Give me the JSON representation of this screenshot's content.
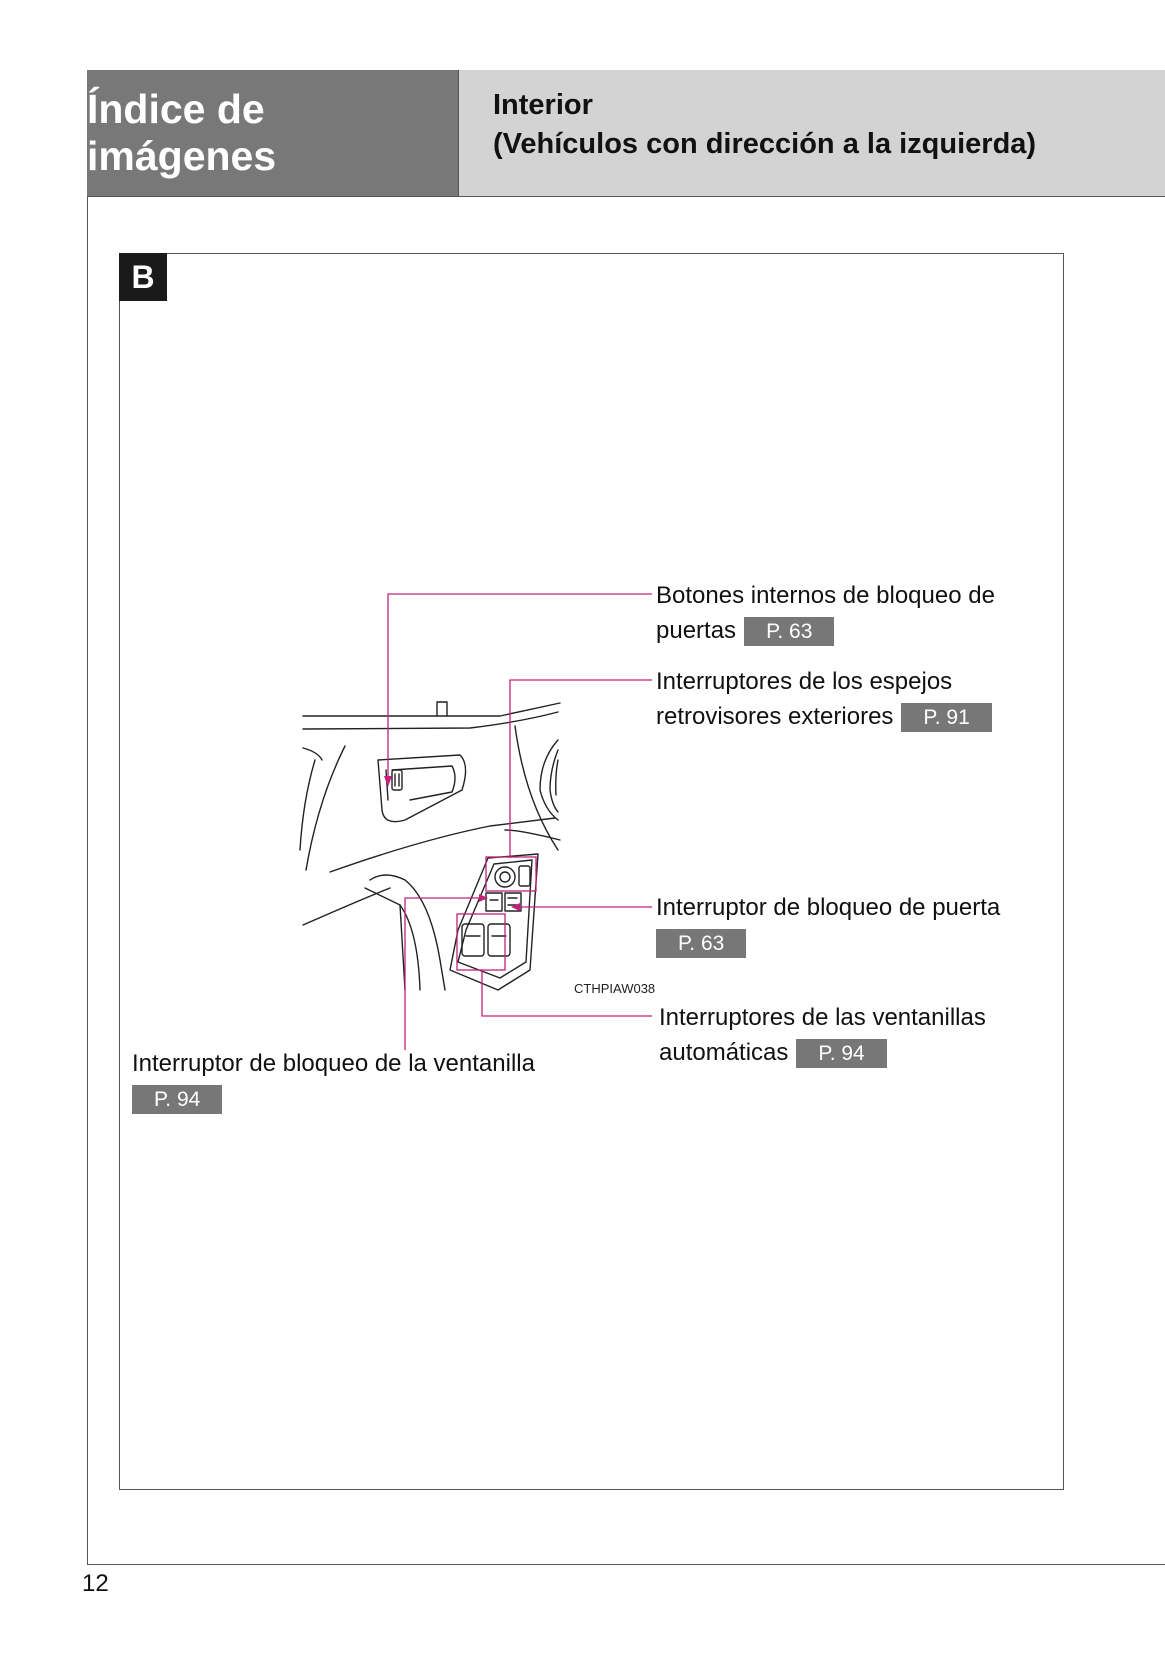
{
  "header": {
    "section_title": "Índice de imágenes",
    "subtitle_line1": "Interior",
    "subtitle_line2": "(Vehículos con dirección a la izquierda)"
  },
  "section_tag": "B",
  "figure_code": "CTHPIAW038",
  "callouts": [
    {
      "line1": "Botones internos de bloqueo de",
      "line2": "puertas",
      "page_ref": "P. 63"
    },
    {
      "line1": "Interruptores de los espejos",
      "line2": "retrovisores exteriores",
      "page_ref": "P. 91"
    },
    {
      "line1": "Interruptor de bloqueo de puerta",
      "page_ref": "P. 63"
    },
    {
      "line1": "Interruptores de las ventanillas",
      "line2": "automáticas",
      "page_ref": "P. 94"
    },
    {
      "line1": "Interruptor de bloqueo de la ventanilla",
      "page_ref": "P. 94"
    }
  ],
  "colors": {
    "leader_line": "#c2207a",
    "header_dark": "#787878",
    "header_light": "#d3d3d3",
    "page_ref_bg": "#777777"
  },
  "page_number": "12"
}
